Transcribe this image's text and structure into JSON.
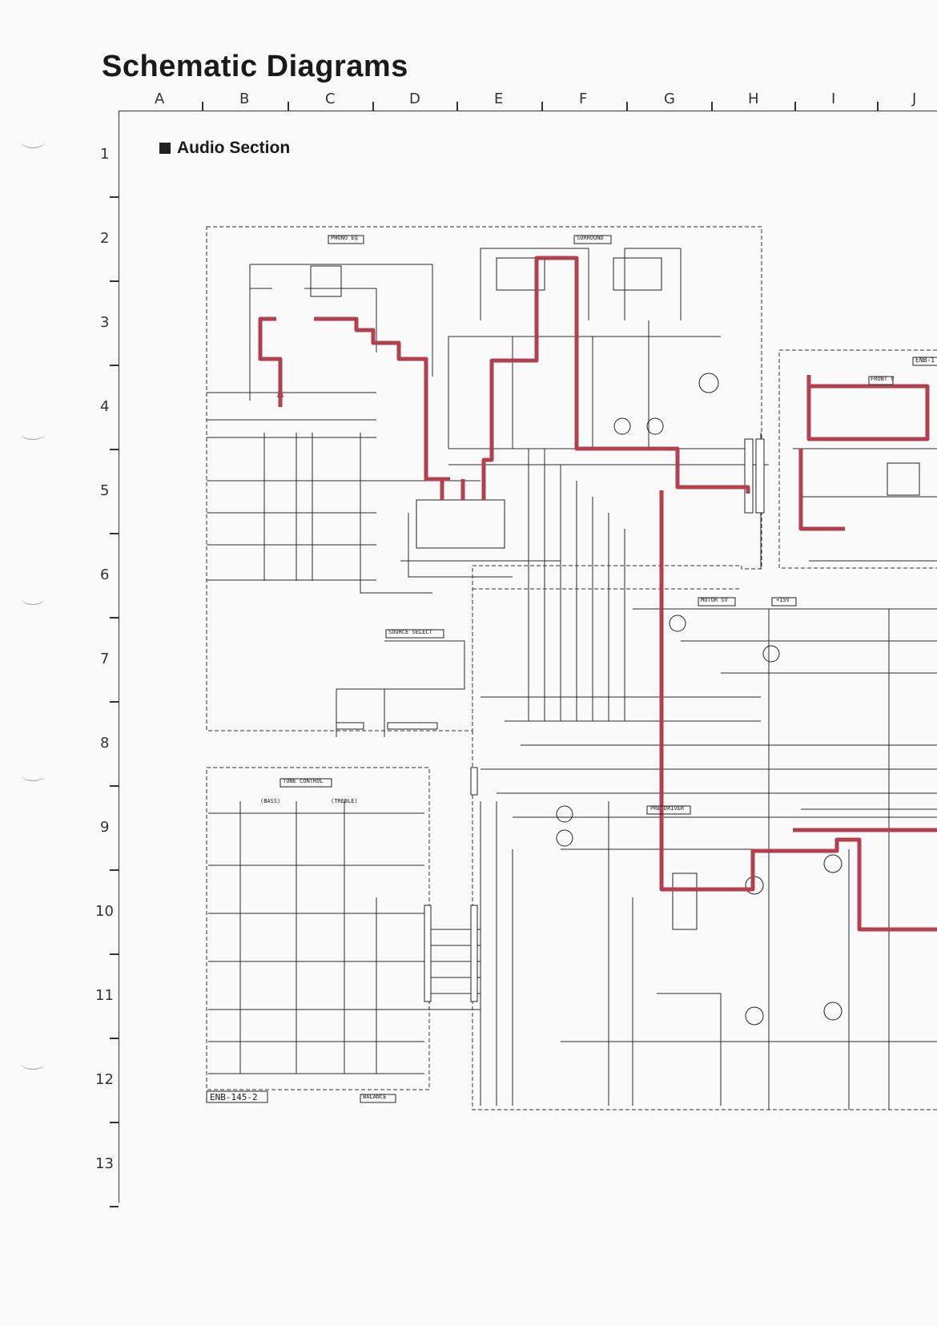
{
  "page_title": "Schematic Diagrams",
  "section_title": "Audio Section",
  "columns": [
    "A",
    "B",
    "C",
    "D",
    "E",
    "F",
    "G",
    "H",
    "I",
    "J"
  ],
  "rows": [
    "1",
    "2",
    "3",
    "4",
    "5",
    "6",
    "7",
    "8",
    "9",
    "10",
    "11",
    "12",
    "13"
  ],
  "block_labels": {
    "phono_eq": "PHONO EQ",
    "surround": "SURROUND",
    "source_select": "SOURCE SELECT",
    "tone_control": "TONE CONTROL",
    "bass": "(BASS)",
    "treble": "(TREBLE)",
    "balance": "BALANCE",
    "motor_sv": "MOTOR SV",
    "pre_driver": "PRE DRIVER",
    "plus_15v": "+15V",
    "enb_145_2": "ENB-145-2",
    "front_v": "FRONT V",
    "enb_1": "ENB-1"
  },
  "colors": {
    "signal_path": "#b2404f",
    "ink": "#222222",
    "paper": "#fbfafa"
  }
}
